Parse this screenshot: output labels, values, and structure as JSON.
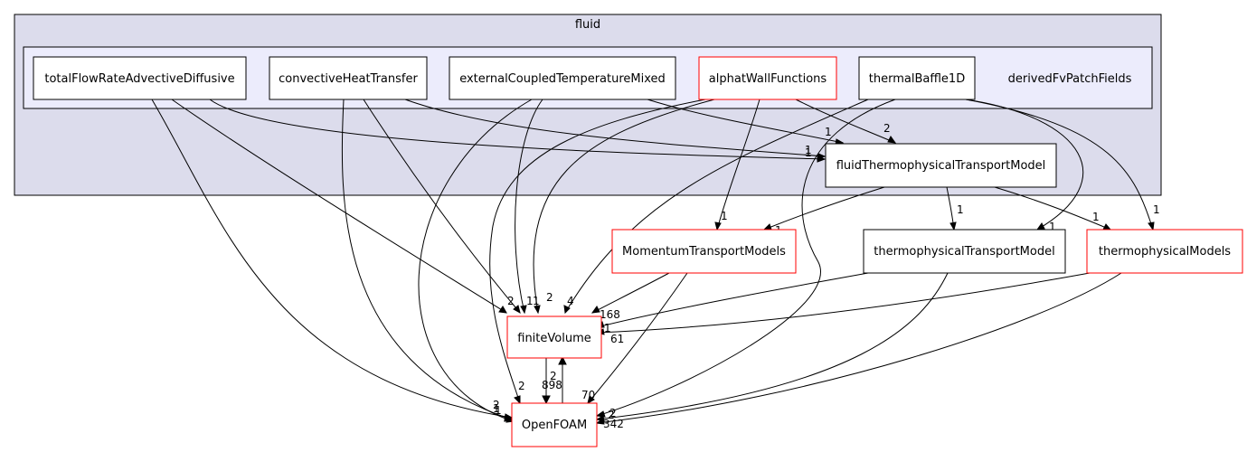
{
  "diagram": {
    "outer_cluster": {
      "label": "fluid",
      "fill": "#dcdcec",
      "stroke": "#000000"
    },
    "inner_cluster": {
      "label": "derivedFvPatchFields",
      "fill": "#ececfc",
      "stroke": "#000000"
    },
    "colors": {
      "black_border": "#000000",
      "red_border": "#ff0000",
      "node_fill": "#ffffff"
    },
    "nodes": {
      "totalFlowRateAdvectiveDiffusive": {
        "label": "totalFlowRateAdvectiveDiffusive",
        "border": "black"
      },
      "convectiveHeatTransfer": {
        "label": "convectiveHeatTransfer",
        "border": "black"
      },
      "externalCoupledTemperatureMixed": {
        "label": "externalCoupledTemperatureMixed",
        "border": "black"
      },
      "alphatWallFunctions": {
        "label": "alphatWallFunctions",
        "border": "red"
      },
      "thermalBaffle1D": {
        "label": "thermalBaffle1D",
        "border": "black"
      },
      "fluidThermophysicalTransportModel": {
        "label": "fluidThermophysicalTransportModel",
        "border": "black"
      },
      "MomentumTransportModels": {
        "label": "MomentumTransportModels",
        "border": "red"
      },
      "thermophysicalTransportModel": {
        "label": "thermophysicalTransportModel",
        "border": "black"
      },
      "thermophysicalModels": {
        "label": "thermophysicalModels",
        "border": "red"
      },
      "finiteVolume": {
        "label": "finiteVolume",
        "border": "red"
      },
      "OpenFOAM": {
        "label": "OpenFOAM",
        "border": "red"
      }
    },
    "edge_labels": {
      "tfrad_fv": "2",
      "tfrad_of": "2",
      "tfrad_ftt": "1",
      "cht_fv": "1",
      "cht_of": "1",
      "cht_ftt": "1",
      "ectm_fv": "1",
      "ectm_of": "1",
      "ectm_ftt": "1",
      "awf_ftt": "2",
      "awf_mtm": "1",
      "awf_fv": "2",
      "awf_of": "2",
      "tb_fv": "4",
      "tb_of": "2",
      "tb_ttm": "1",
      "tb_tm": "1",
      "ftt_mtm": "1",
      "ftt_ttm": "1",
      "ftt_tm": "1",
      "mtm_fv": "168",
      "mtm_of": "70",
      "ttm_fv": "1",
      "ttm_of": "2",
      "tm_fv": "61",
      "tm_of": "342",
      "fv_of": "898",
      "of_fv": "2"
    }
  }
}
